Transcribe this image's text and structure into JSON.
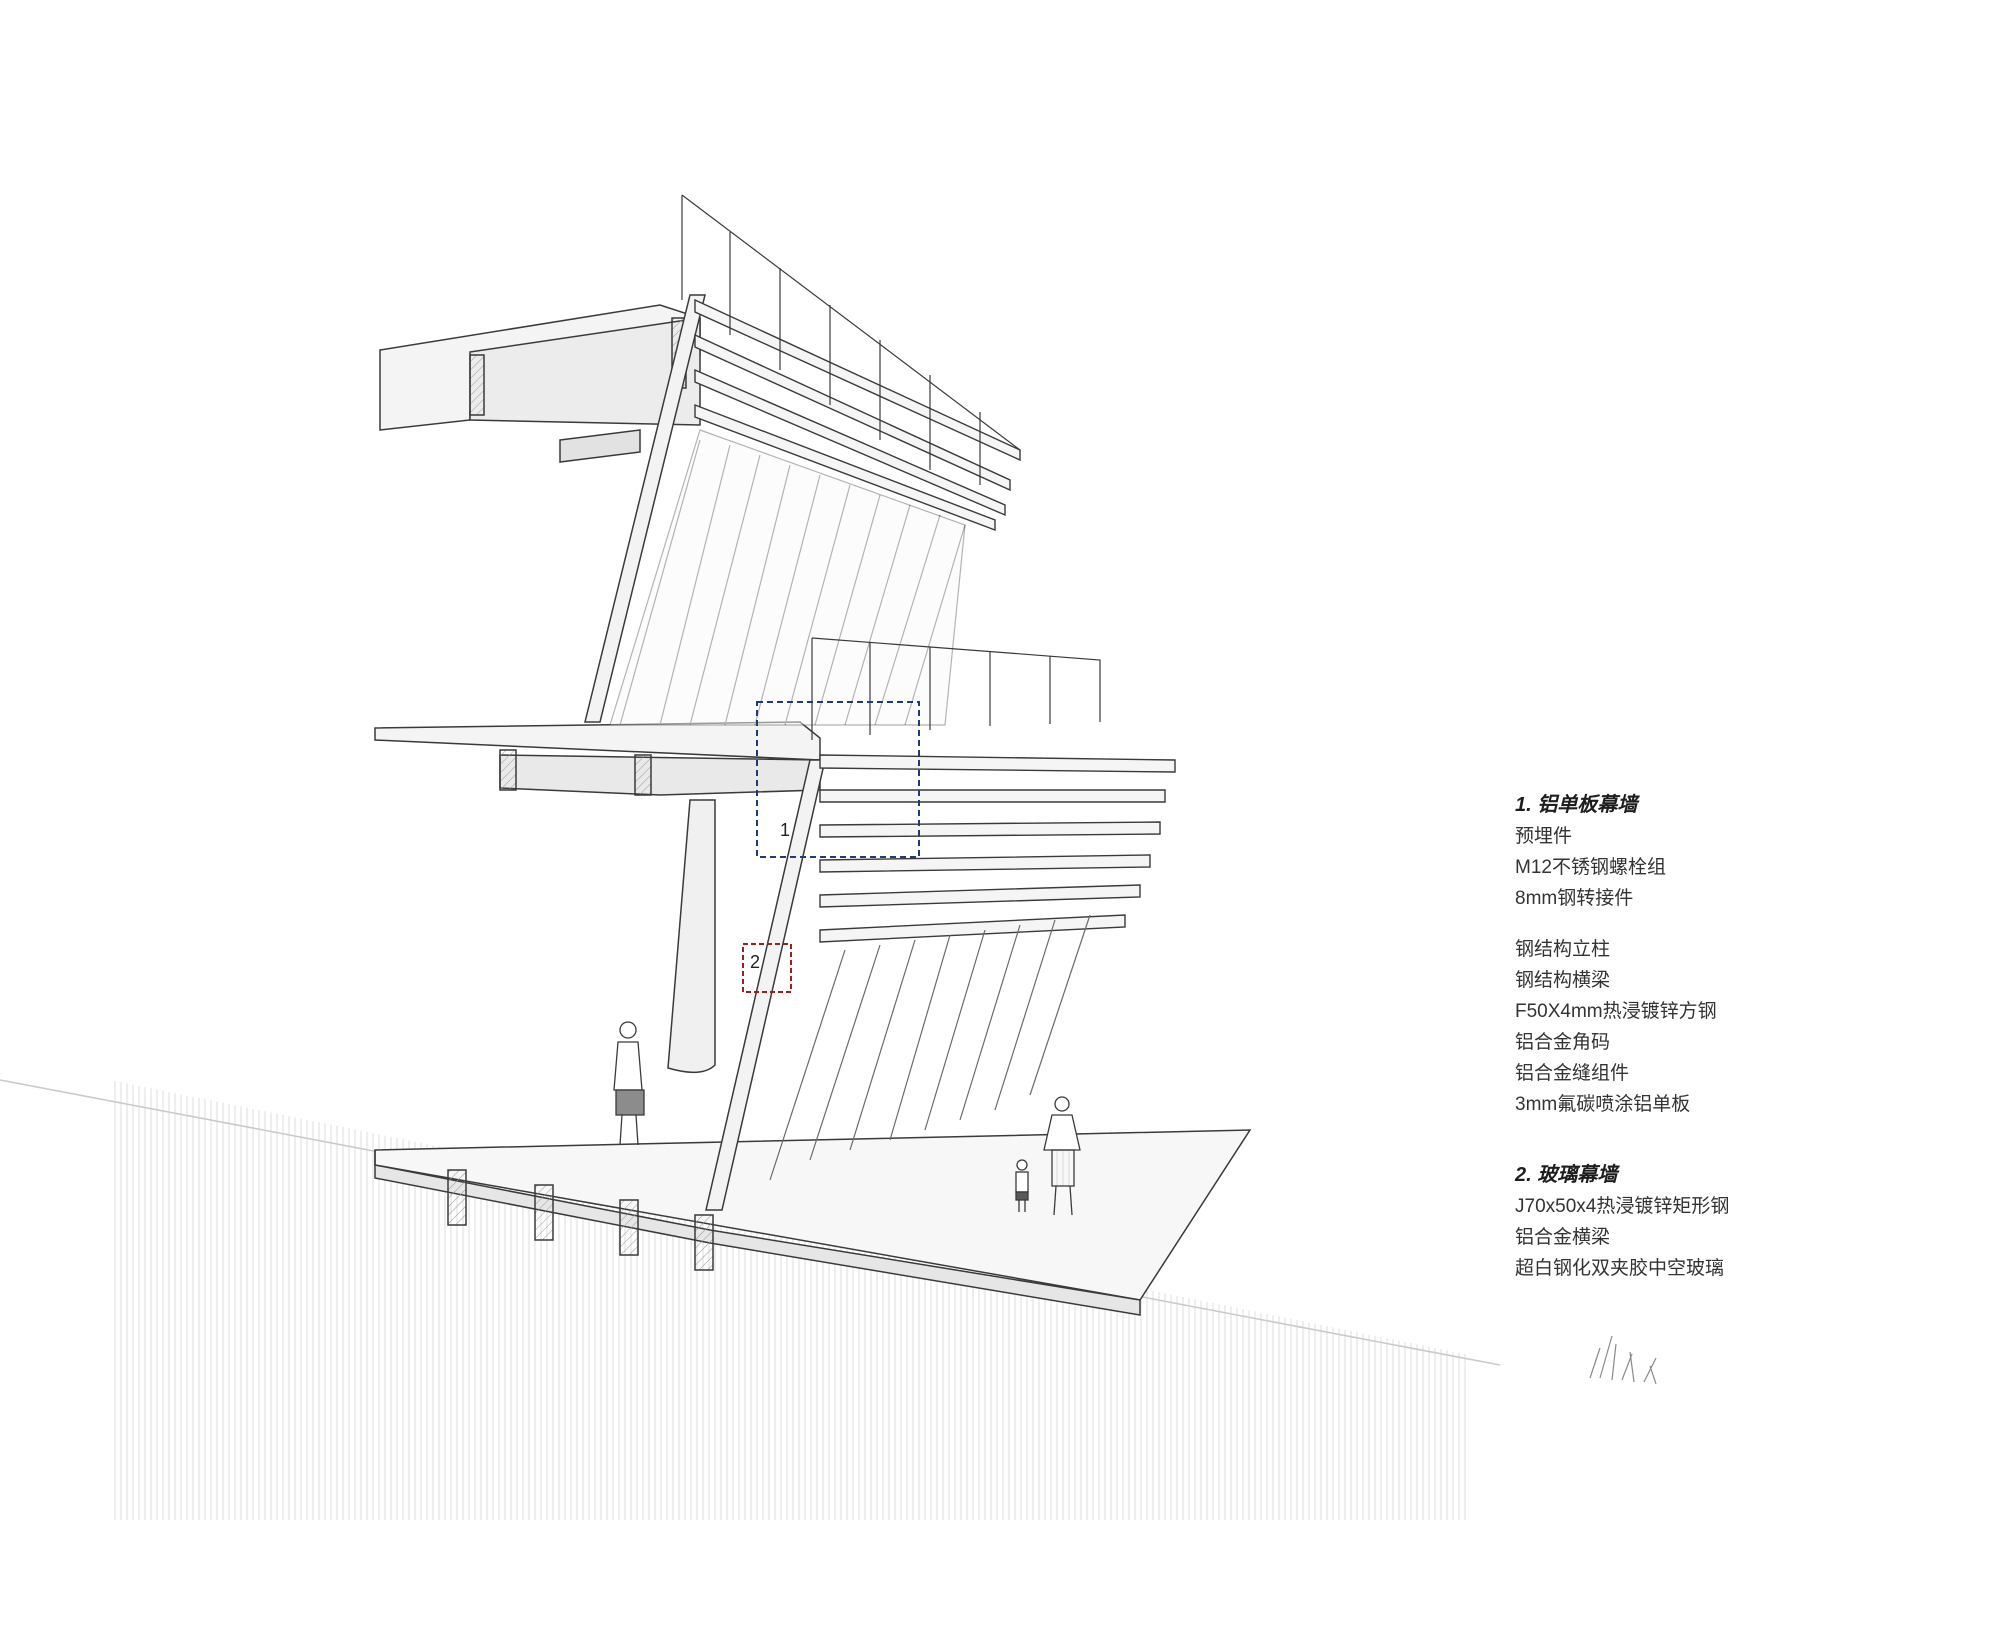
{
  "callouts": [
    {
      "label": "1",
      "color": "#1f3a7a"
    },
    {
      "label": "2",
      "color": "#a11c1c"
    }
  ],
  "legend": {
    "groups": [
      {
        "heading": "1. 铝单板幕墙",
        "items": [
          "预埋件",
          "M12不锈钢螺栓组",
          "8mm钢转接件",
          "",
          "钢结构立柱",
          "钢结构横梁",
          "F50X4mm热浸镀锌方钢",
          "铝合金角码",
          "铝合金缝组件",
          "3mm氟碳喷涂铝单板"
        ]
      },
      {
        "heading": "2. 玻璃幕墙",
        "items": [
          "J70x50x4热浸镀锌矩形钢",
          "铝合金横梁",
          "超白钢化双夹胶中空玻璃"
        ]
      }
    ]
  },
  "colors": {
    "line": "#3a3a3a",
    "fill_light": "#f6f6f6",
    "fill_mid": "#e7e7e7",
    "hatch": "#b9b9b9"
  }
}
